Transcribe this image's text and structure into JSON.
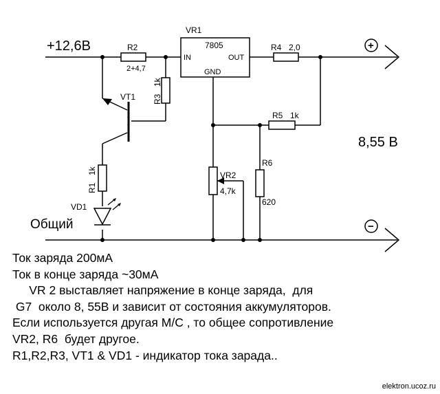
{
  "schematic": {
    "supply_label": "+12,6В",
    "ground_label": "Общий",
    "output_voltage": "8,55 В",
    "plus_sign": "+",
    "minus_sign": "−",
    "r2": {
      "name": "R2",
      "value": "2+4,7"
    },
    "vr1": {
      "name": "VR1",
      "part": "7805",
      "pin_in": "IN",
      "pin_out": "OUT",
      "pin_gnd": "GND"
    },
    "r4": {
      "name": "R4",
      "value": "2,0"
    },
    "r3": {
      "name": "R3",
      "value": "1k"
    },
    "vt1": {
      "name": "VT1"
    },
    "r5": {
      "name": "R5",
      "value": "1k"
    },
    "r1": {
      "name": "R1",
      "value": "1k"
    },
    "vd1": {
      "name": "VD1"
    },
    "vr2": {
      "name": "VR2",
      "value": "4,7k"
    },
    "r6": {
      "name": "R6",
      "value": "620"
    }
  },
  "notes": [
    "Ток заряда 200мА",
    "Ток в конце заряда ~30мА",
    "     VR 2 выставляет напряжение в конце заряда,  для",
    " G7  около 8, 55В и зависит от состояния аккумуляторов.",
    "Если используется другая М/С , то общее сопротивление",
    "VR2, R6  будет другое.",
    "R1,R2,R3, VT1 & VD1 - индикатор тока зарада.."
  ],
  "watermark": "elektron.ucoz.ru"
}
